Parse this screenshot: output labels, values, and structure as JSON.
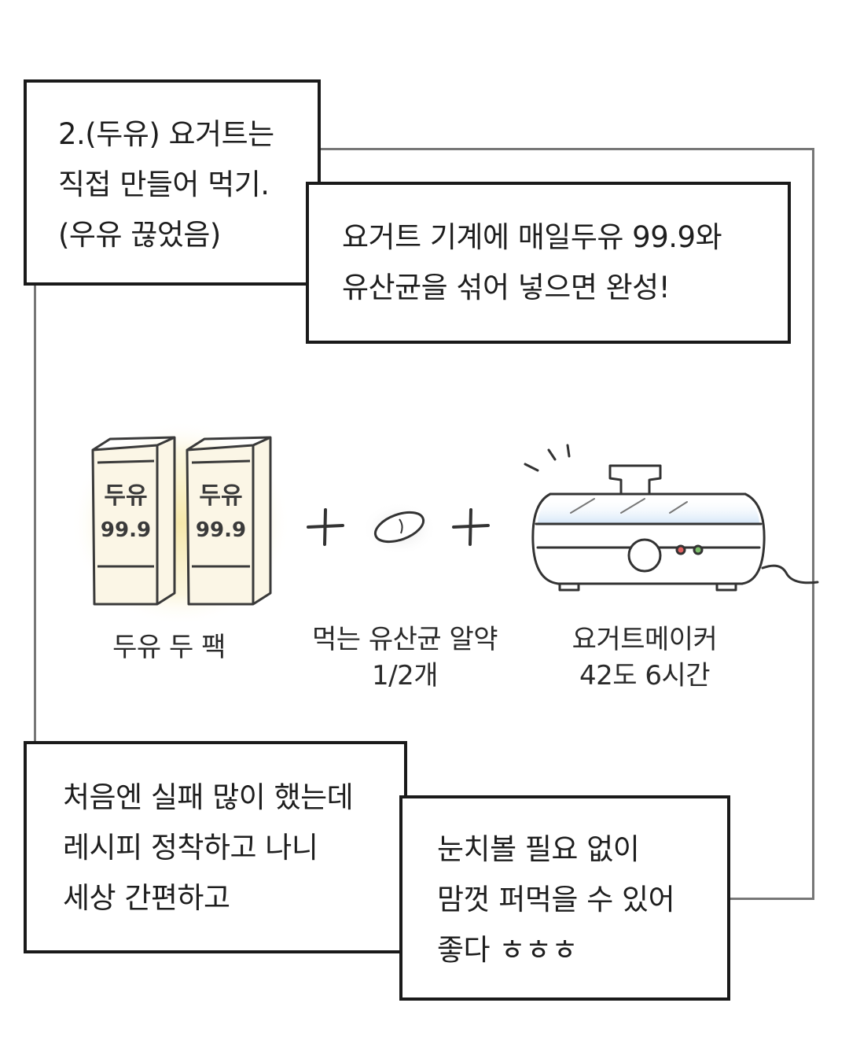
{
  "caption_top_left": {
    "lines": [
      "2.(두유) 요거트는",
      "직접 만들어 먹기.",
      "(우유 끊었음)"
    ]
  },
  "caption_top_right": {
    "lines": [
      "요거트 기계에 매일두유 99.9와",
      "유산균을 섞어 넣으면 완성!"
    ]
  },
  "illustration": {
    "pack_brand": "두유",
    "pack_number": "99.9",
    "items": [
      {
        "lines": [
          "두유 두 팩"
        ]
      },
      {
        "lines": [
          "먹는 유산균 알약",
          "1/2개"
        ]
      },
      {
        "lines": [
          "요거트메이커",
          "42도 6시간"
        ]
      }
    ],
    "plus_sign": "+",
    "colors": {
      "pack_glow": "#f6e7a6",
      "lid_glass": "#cfe3f7",
      "pill_shadow": "#d8d8d8",
      "maker_lamp_red": "#e06060",
      "maker_lamp_green": "#7bbf6a"
    }
  },
  "caption_bottom_left": {
    "lines": [
      "처음엔 실패 많이 했는데",
      "레시피 정착하고 나니",
      "세상 간편하고"
    ]
  },
  "caption_bottom_right": {
    "lines": [
      "눈치볼 필요 없이",
      "맘껏 퍼먹을 수 있어",
      "좋다 ㅎㅎㅎ"
    ]
  }
}
